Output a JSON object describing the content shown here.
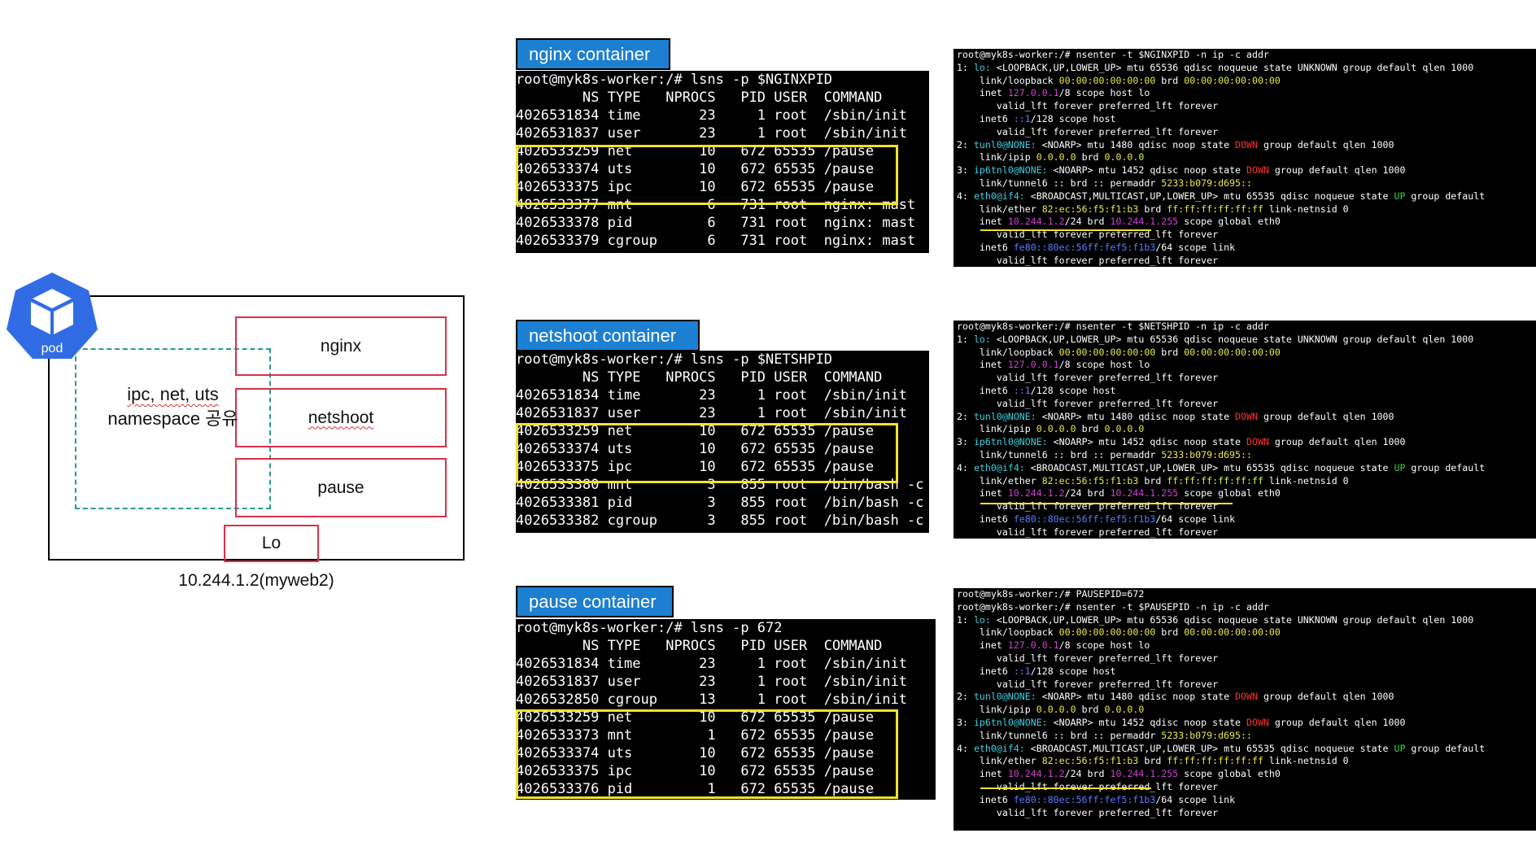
{
  "pod": {
    "icon_label": "pod",
    "shared_ns_line1": "ipc, net, uts",
    "shared_ns_line2": "namespace 공유",
    "containers": [
      "nginx",
      "netshoot",
      "pause"
    ],
    "lo_label": "Lo",
    "ip_label": "10.244.1.2(myweb2)"
  },
  "colors": {
    "title_blue": "#1d7fd1",
    "highlight_yellow": "#f2e22a",
    "container_red": "#d9304a",
    "shared_dashed": "#2a9a8a",
    "k8s_blue": "#326ce5"
  },
  "panels": [
    {
      "title": "nginx container",
      "lsns": [
        "root@myk8s-worker:/# lsns -p $NGINXPID",
        "        NS TYPE   NPROCS   PID USER  COMMAND",
        "4026531834 time       23     1 root  /sbin/init",
        "4026531837 user       23     1 root  /sbin/init",
        "4026533259 net        10   672 65535 /pause",
        "4026533374 uts        10   672 65535 /pause",
        "4026533375 ipc        10   672 65535 /pause",
        "4026533377 mnt         6   731 root  nginx: mast",
        "4026533378 pid         6   731 root  nginx: mast",
        "4026533379 cgroup      6   731 root  nginx: mast"
      ],
      "ip_cmd": [
        "root@myk8s-worker:/# nsenter -t $NGINXPID -n ip -c addr"
      ]
    },
    {
      "title": "netshoot container",
      "lsns": [
        "root@myk8s-worker:/# lsns -p $NETSHPID",
        "        NS TYPE   NPROCS   PID USER  COMMAND",
        "4026531834 time       23     1 root  /sbin/init",
        "4026531837 user       23     1 root  /sbin/init",
        "4026533259 net        10   672 65535 /pause",
        "4026533374 uts        10   672 65535 /pause",
        "4026533375 ipc        10   672 65535 /pause",
        "4026533380 mnt         3   855 root  /bin/bash -c",
        "4026533381 pid         3   855 root  /bin/bash -c",
        "4026533382 cgroup      3   855 root  /bin/bash -c"
      ],
      "ip_cmd": [
        "root@myk8s-worker:/# nsenter -t $NETSHPID -n ip -c addr"
      ]
    },
    {
      "title": "pause container",
      "lsns": [
        "root@myk8s-worker:/# lsns -p 672",
        "        NS TYPE   NPROCS   PID USER  COMMAND",
        "4026531834 time       23     1 root  /sbin/init",
        "4026531837 user       23     1 root  /sbin/init",
        "4026532850 cgroup     13     1 root  /sbin/init",
        "4026533259 net        10   672 65535 /pause",
        "4026533373 mnt         1   672 65535 /pause",
        "4026533374 uts        10   672 65535 /pause",
        "4026533375 ipc        10   672 65535 /pause",
        "4026533376 pid         1   672 65535 /pause"
      ],
      "ip_cmd": [
        "root@myk8s-worker:/# PAUSEPID=672",
        "root@myk8s-worker:/# nsenter -t $PAUSEPID -n ip -c addr"
      ]
    }
  ],
  "ip_output": [
    [
      {
        "t": "1: "
      },
      {
        "t": "lo:",
        "c": "c-cyn"
      },
      {
        "t": " <LOOPBACK,UP,LOWER_UP> mtu 65536 qdisc noqueue state UNKNOWN group default qlen 1000"
      }
    ],
    [
      {
        "t": "    link/loopback "
      },
      {
        "t": "00:00:00:00:00:00",
        "c": "c-yel"
      },
      {
        "t": " brd "
      },
      {
        "t": "00:00:00:00:00:00",
        "c": "c-yel"
      }
    ],
    [
      {
        "t": "    inet "
      },
      {
        "t": "127.0.0.1",
        "c": "c-mag"
      },
      {
        "t": "/8 scope host lo"
      }
    ],
    [
      {
        "t": "       valid_lft forever preferred_lft forever"
      }
    ],
    [
      {
        "t": "    inet6 "
      },
      {
        "t": "::1",
        "c": "c-blu"
      },
      {
        "t": "/128 scope host"
      }
    ],
    [
      {
        "t": "       valid_lft forever preferred_lft forever"
      }
    ],
    [
      {
        "t": "2: "
      },
      {
        "t": "tunl0@NONE:",
        "c": "c-cyn"
      },
      {
        "t": " <NOARP> mtu 1480 qdisc noop state "
      },
      {
        "t": "DOWN",
        "c": "c-red"
      },
      {
        "t": " group default qlen 1000"
      }
    ],
    [
      {
        "t": "    link/ipip "
      },
      {
        "t": "0.0.0.0",
        "c": "c-yel"
      },
      {
        "t": " brd "
      },
      {
        "t": "0.0.0.0",
        "c": "c-yel"
      }
    ],
    [
      {
        "t": "3: "
      },
      {
        "t": "ip6tnl0@NONE:",
        "c": "c-cyn"
      },
      {
        "t": " <NOARP> mtu 1452 qdisc noop state "
      },
      {
        "t": "DOWN",
        "c": "c-red"
      },
      {
        "t": " group default qlen 1000"
      }
    ],
    [
      {
        "t": "    link/tunnel6 :: brd :: permaddr "
      },
      {
        "t": "5233:b079:d695::",
        "c": "c-yel"
      }
    ],
    [
      {
        "t": "4: "
      },
      {
        "t": "eth0@if4:",
        "c": "c-cyn"
      },
      {
        "t": " <BROADCAST,MULTICAST,UP,LOWER_UP> mtu 65535 qdisc noqueue state "
      },
      {
        "t": "UP",
        "c": "c-grn"
      },
      {
        "t": " group default"
      }
    ],
    [
      {
        "t": "    link/ether "
      },
      {
        "t": "82:ec:56:f5:f1:b3",
        "c": "c-yel"
      },
      {
        "t": " brd "
      },
      {
        "t": "ff:ff:ff:ff:ff:ff",
        "c": "c-yel"
      },
      {
        "t": " link-netnsid 0"
      }
    ],
    [
      {
        "t": "    inet "
      },
      {
        "t": "10.244.1.2",
        "c": "c-mag"
      },
      {
        "t": "/24 brd "
      },
      {
        "t": "10.244.1.255",
        "c": "c-mag"
      },
      {
        "t": " scope global eth0"
      }
    ],
    [
      {
        "t": "       valid_lft forever preferred_lft forever"
      }
    ],
    [
      {
        "t": "    inet6 "
      },
      {
        "t": "fe80::80ec:56ff:fef5:f1b3",
        "c": "c-blu"
      },
      {
        "t": "/64 scope link"
      }
    ],
    [
      {
        "t": "       valid_lft forever preferred_lft forever"
      }
    ]
  ]
}
